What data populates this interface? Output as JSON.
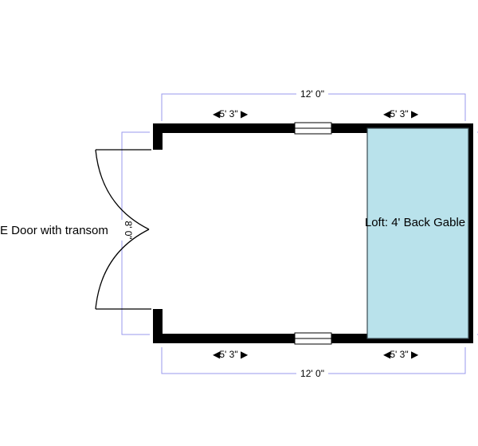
{
  "plan": {
    "colors": {
      "wall": "#000000",
      "dimension_line": "#9999ee",
      "loft_fill": "#b9e2eb",
      "loft_border": "#3a4a50",
      "window_fill": "#ffffff"
    },
    "dimensions": {
      "top_overall": "12' 0\"",
      "bottom_overall": "12' 0\"",
      "top_left_segment": "5' 3\"",
      "top_right_segment": "5' 3\"",
      "bottom_left_segment": "5' 3\"",
      "bottom_right_segment": "5' 3\"",
      "left_height": "8' 0\""
    },
    "arrows": {
      "left": "◀",
      "right": "▶"
    },
    "labels": {
      "door": "E Door with transom",
      "loft": "Loft: 4' Back Gable"
    },
    "icons": {
      "door": "double-door-swing-icon",
      "window": "window-icon"
    }
  }
}
